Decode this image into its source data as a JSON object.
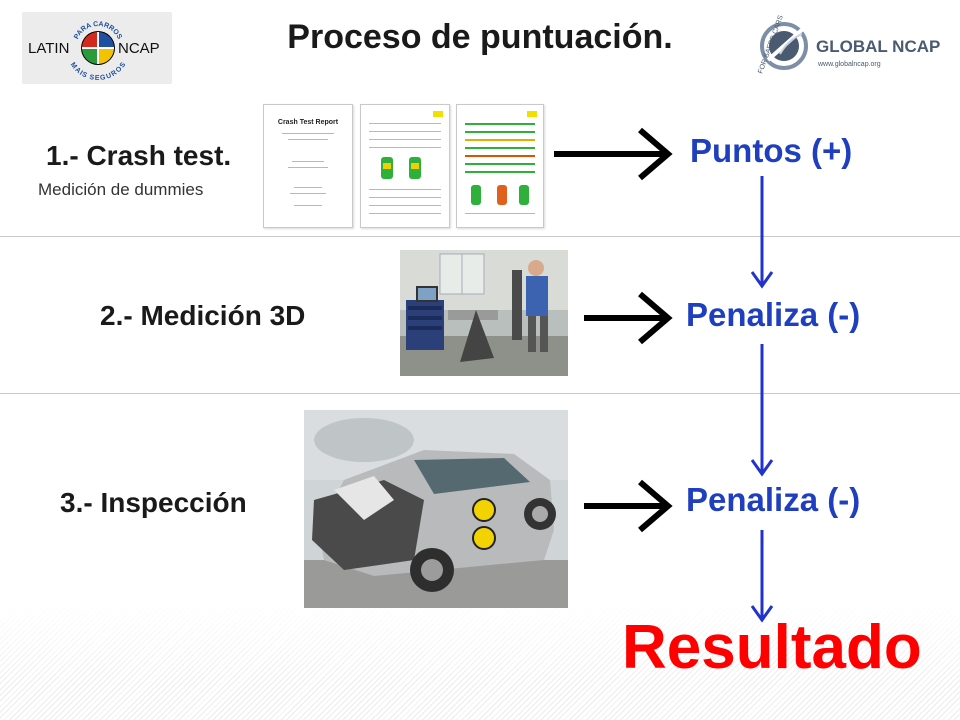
{
  "title": "Proceso de puntuación.",
  "logos": {
    "latin": {
      "left": "LATIN",
      "right": "NCAP",
      "arc_top": "PARA CARROS",
      "arc_bottom": "MAIS SEGUROS"
    },
    "global": {
      "brand": "GLOBAL NCAP",
      "url": "www.globalncap.org",
      "tagline": "FOR SAFER CARS"
    }
  },
  "steps": [
    {
      "label": "1.- Crash test.",
      "sub": "Medición de dummies",
      "outcome": "Puntos (+)"
    },
    {
      "label": "2.- Medición 3D",
      "outcome": "Penaliza (-)"
    },
    {
      "label": "3.- Inspección",
      "outcome": "Penaliza (-)"
    }
  ],
  "documents": {
    "report_title": "Crash Test Report"
  },
  "result": "Resultado",
  "colors": {
    "outcome": "#1f3fbf",
    "result": "#ff0000",
    "arrow_black": "#000000",
    "arrow_blue": "#2233cc"
  }
}
